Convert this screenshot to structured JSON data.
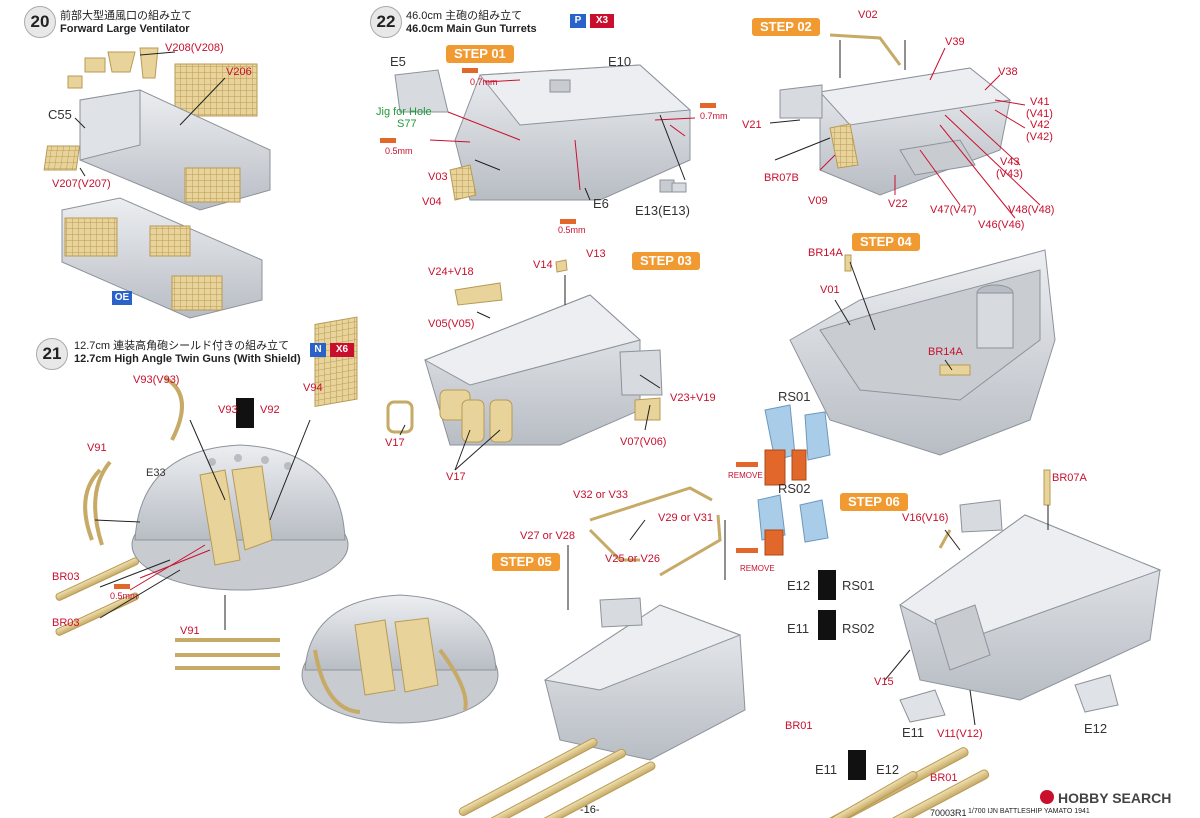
{
  "sections": {
    "s20": {
      "num": "20",
      "jp": "前部大型通風口の組み立て",
      "en": "Forward Large Ventilator"
    },
    "s21": {
      "num": "21",
      "jp": "12.7cm 連装高角砲シールド付きの組み立て",
      "en": "12.7cm High Angle Twin Guns (With Shield)"
    },
    "s22": {
      "num": "22",
      "jp": "46.0cm 主砲の組み立て",
      "en": "46.0cm Main Gun Turrets"
    }
  },
  "tags": {
    "p": "P",
    "x3": "X3",
    "n": "N",
    "x6": "X6",
    "oe": "OE"
  },
  "steps": [
    "STEP 01",
    "STEP 02",
    "STEP 03",
    "STEP 04",
    "STEP 05",
    "STEP 06"
  ],
  "labels": {
    "v208": "V208(V208)",
    "v206": "V206",
    "c55": "C55",
    "v207": "V207(V207)",
    "v93a": "V93(V93)",
    "v94": "V94",
    "v93b": "V93",
    "v92": "V92",
    "v91a": "V91",
    "e33": "E33",
    "br03a": "BR03",
    "br03b": "BR03",
    "mm05c": "0.5mm",
    "v91b": "V91",
    "e5": "E5",
    "e10": "E10",
    "jig": "Jig for Hole",
    "s77": "S77",
    "mm07a": "0.7mm",
    "mm07b": "0.7mm",
    "mm05a": "0.5mm",
    "mm05b": "0.5mm",
    "v03": "V03",
    "v04": "V04",
    "e6": "E6",
    "e13": "E13(E13)",
    "v02": "V02",
    "v39": "V39",
    "v38": "V38",
    "v41": "V41",
    "v41p": "(V41)",
    "v42": "V42",
    "v42p": "(V42)",
    "v43": "V43",
    "v43p": "(V43)",
    "v21": "V21",
    "br07b": "BR07B",
    "v09": "V09",
    "v22": "V22",
    "v47": "V47(V47)",
    "v48": "V48(V48)",
    "v46": "V46(V46)",
    "v14": "V14",
    "v13": "V13",
    "v24": "V24+V18",
    "v05": "V05(V05)",
    "v23": "V23+V19",
    "v07": "V07(V06)",
    "v17a": "V17",
    "v17b": "V17",
    "br14a1": "BR14A",
    "v01": "V01",
    "br14a2": "BR14A",
    "rs01": "RS01",
    "rs02": "RS02",
    "remove1": "REMOVE",
    "remove2": "REMOVE",
    "v32": "V32 or V33",
    "v27": "V27 or V28",
    "v29": "V29 or V31",
    "v25": "V25 or V26",
    "e12a": "E12",
    "rs01b": "RS01",
    "e11a": "E11",
    "rs02b": "RS02",
    "br07a": "BR07A",
    "v16": "V16(V16)",
    "v15": "V15",
    "br01a": "BR01",
    "e11b": "E11",
    "v11": "V11(V12)",
    "e12b": "E12",
    "e11c": "E11",
    "e12c": "E12",
    "br01b": "BR01"
  },
  "footer": {
    "page": "-16-",
    "code": "70003R1",
    "title": "1/700 IJN BATTLESHIP YAMATO 1941",
    "brand": "HOBBY SEARCH"
  },
  "colors": {
    "part": "#e8d49a",
    "partEdge": "#b89a55",
    "gray": "#d7dade",
    "grayDark": "#a9aeb5",
    "red": "#c8102e",
    "orange": "#f29a32",
    "blue": "#2a62c9",
    "remove": "#e2672a",
    "rsBlue": "#a9cde8"
  }
}
